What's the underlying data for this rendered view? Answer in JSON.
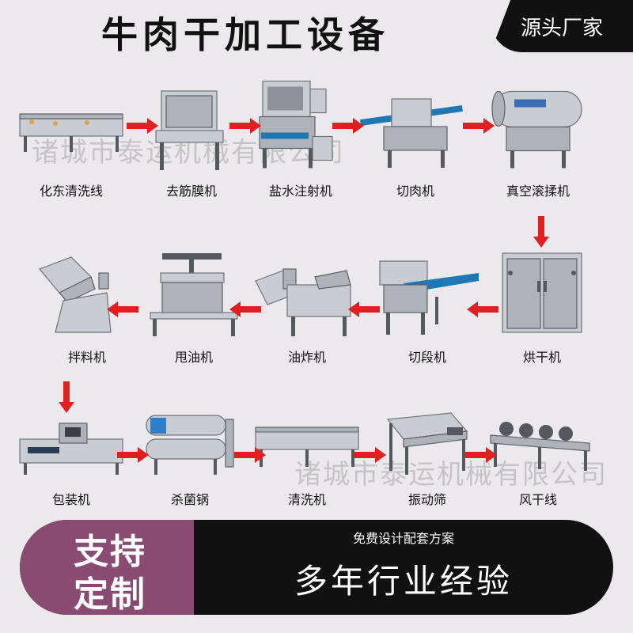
{
  "header": {
    "title": "牛肉干加工设备",
    "badge": "源头厂家"
  },
  "watermark": "诸城市泰运机械有限公司",
  "rows": [
    [
      "化东清洗线",
      "去筋膜机",
      "盐水注射机",
      "切肉机",
      "真空滚揉机"
    ],
    [
      "拌料机",
      "甩油机",
      "油炸机",
      "切段机",
      "烘干机"
    ],
    [
      "包装机",
      "杀菌锅",
      "清洗机",
      "振动筛",
      "风干线"
    ]
  ],
  "footer": {
    "left_line1": "支持",
    "left_line2": "定制",
    "sub": "免费设计配套方案",
    "main": "多年行业经验"
  },
  "colors": {
    "arrow": "#e02020",
    "accent": "#8a4b72",
    "dark": "#111111"
  }
}
